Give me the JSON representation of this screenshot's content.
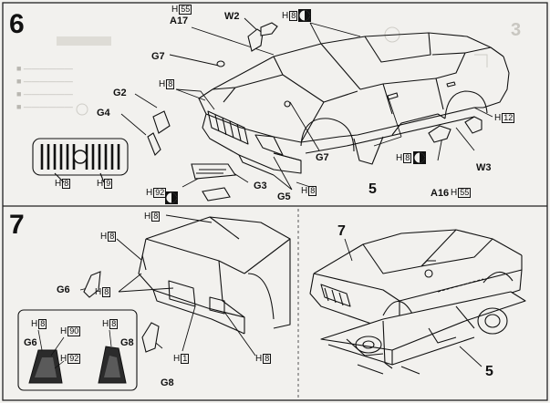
{
  "steps": [
    {
      "number": "6",
      "faded_background": {
        "side_number": "3",
        "bullets": [
          "■ ——————",
          "■ ——————",
          "■ ——————",
          "■ ——————"
        ]
      },
      "labels": {
        "h55": {
          "letter": "H",
          "code": "55"
        },
        "a17": "A17",
        "w2": "W2",
        "h8_top": {
          "letter": "H",
          "code": "8"
        },
        "g7_top": "G7",
        "h8_grille_a": {
          "letter": "H",
          "code": "8"
        },
        "g2": "G2",
        "g4": "G4",
        "h8_grille_b": {
          "letter": "H",
          "code": "8"
        },
        "h9": {
          "letter": "H",
          "code": "9"
        },
        "h12": {
          "letter": "H",
          "code": "12"
        },
        "h8_side": {
          "letter": "H",
          "code": "8"
        },
        "g7_mid": "G7",
        "w3": "W3",
        "a16": "A16",
        "h55_b": {
          "letter": "H",
          "code": "55"
        },
        "h92": {
          "letter": "H",
          "code": "92"
        },
        "g3": "G3",
        "h8_bottom": {
          "letter": "H",
          "code": "8"
        },
        "g5": "G5",
        "part_5": "5"
      }
    },
    {
      "number": "7",
      "labels": {
        "h8_trunk": {
          "letter": "H",
          "code": "8"
        },
        "h8_light": {
          "letter": "H",
          "code": "8"
        },
        "g6": "G6",
        "h8_plate": {
          "letter": "H",
          "code": "8"
        },
        "h1": {
          "letter": "H",
          "code": "1"
        },
        "h8_bumper": {
          "letter": "H",
          "code": "8"
        },
        "g8": "G8",
        "inset_h8_left": {
          "letter": "H",
          "code": "8"
        },
        "inset_h90": {
          "letter": "H",
          "code": "90"
        },
        "inset_h8_right": {
          "letter": "H",
          "code": "8"
        },
        "inset_g6": "G6",
        "inset_g8": "G8",
        "inset_h92": {
          "letter": "H",
          "code": "92"
        },
        "part_7": "7",
        "part_5": "5"
      }
    }
  ]
}
